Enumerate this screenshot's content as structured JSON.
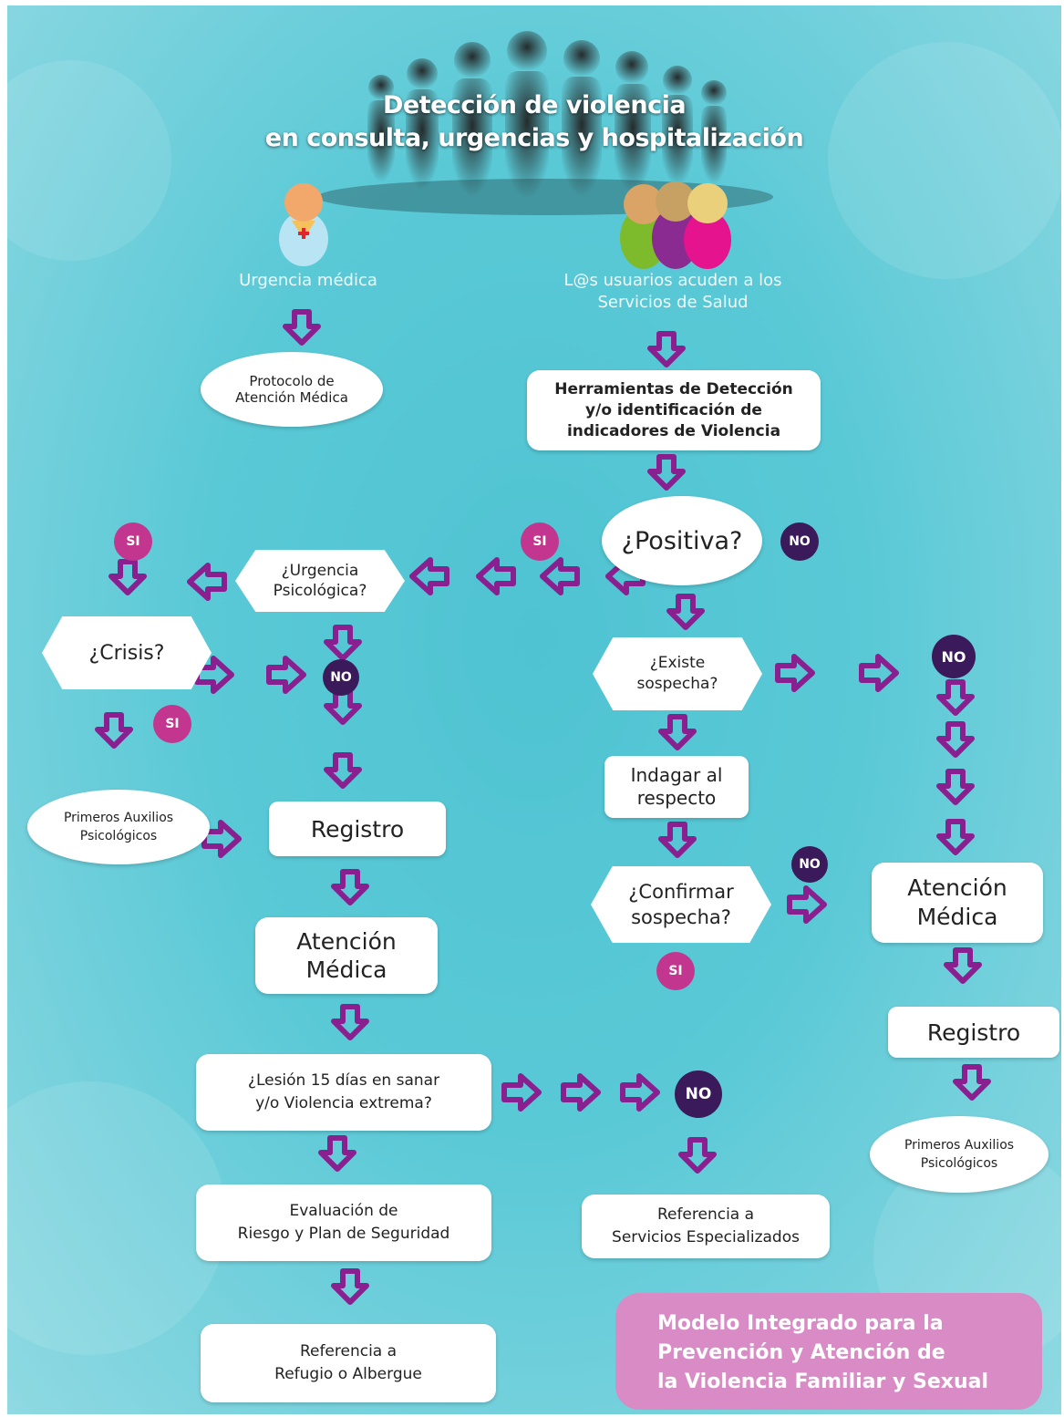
{
  "title_line1": "Detección de violencia",
  "title_line2": "en consulta, urgencias y hospitalización",
  "caption_urgencia": "Urgencia médica",
  "caption_usuarios_line1": "L@s usuarios acuden a los",
  "caption_usuarios_line2": "Servicios de Salud",
  "protocolo_line1": "Protocolo de",
  "protocolo_line2": "Atención Médica",
  "herramientas_line1": "Herramientas de Detección",
  "herramientas_line2": "y/o identificación de",
  "herramientas_line3": "indicadores de Violencia",
  "positiva": "¿Positiva?",
  "urgencia_psico_line1": "¿Urgencia",
  "urgencia_psico_line2": "Psicológica?",
  "crisis": "¿Crisis?",
  "existe_line1": "¿Existe",
  "existe_line2": "sospecha?",
  "indagar_line1": "Indagar al",
  "indagar_line2": "respecto",
  "confirmar_line1": "¿Confirmar",
  "confirmar_line2": "sospecha?",
  "primeros_line1": "Primeros Auxilios",
  "primeros_line2": "Psicológicos",
  "registro": "Registro",
  "atencion_line1": "Atención",
  "atencion_line2": "Médica",
  "lesion_line1": "¿Lesión 15 días en sanar",
  "lesion_line2": "y/o Violencia extrema?",
  "evaluacion_line1": "Evaluación de",
  "evaluacion_line2": "Riesgo y Plan de Seguridad",
  "refugio_line1": "Referencia a",
  "refugio_line2": "Refugio o Albergue",
  "servicios_line1": "Referencia a",
  "servicios_line2": "Servicios Especializados",
  "si": "SI",
  "no": "NO",
  "footer_line1": "Modelo Integrado para la",
  "footer_line2": "Prevención y Atención de",
  "footer_line3": "la Violencia Familiar  y Sexual",
  "colors": {
    "arrow": "#8a1f8f",
    "si_badge": "#c2368f",
    "no_badge": "#3a1a5a",
    "background": "#5ac9d6",
    "footer": "#d98bc6"
  },
  "icons": [
    "crowd-silhouette-icon",
    "doctor-icon",
    "users-group-icon"
  ]
}
